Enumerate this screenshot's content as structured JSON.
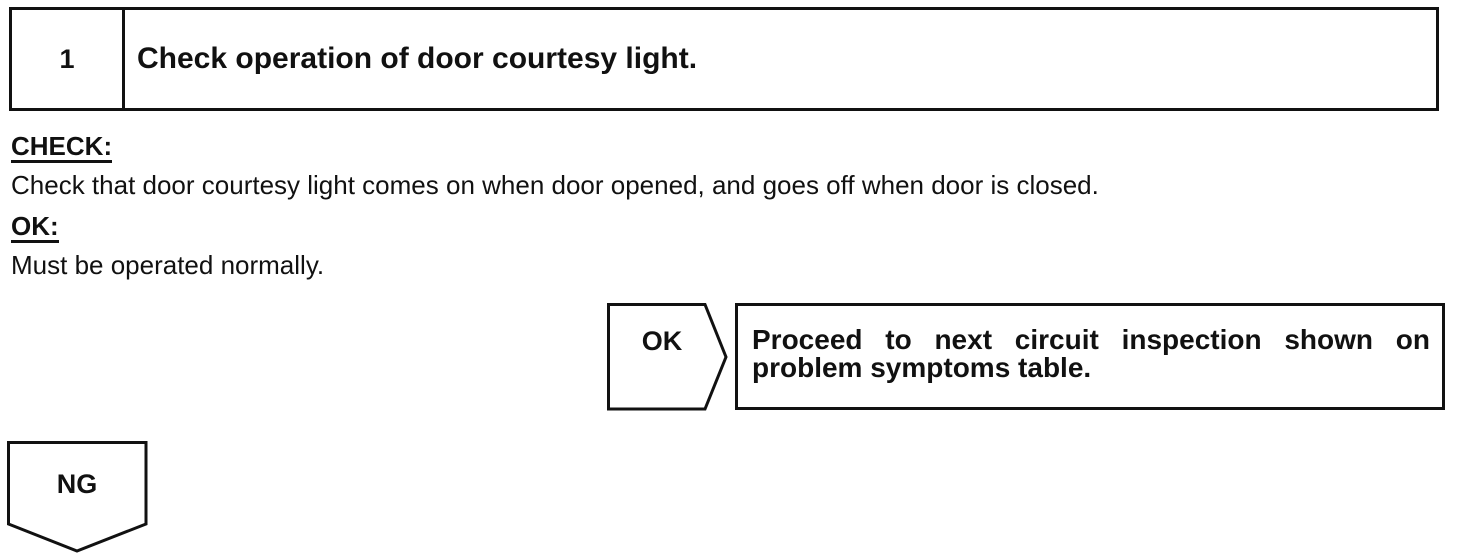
{
  "step": {
    "number": "1",
    "title": "Check operation of door courtesy light."
  },
  "check": {
    "label": "CHECK:",
    "text": "Check that door courtesy light comes on when door opened, and goes off when door is closed."
  },
  "ok": {
    "label": "OK:",
    "text": "Must be operated normally."
  },
  "ok_branch": {
    "arrow_label": "OK",
    "result": "Proceed to next circuit inspection shown on problem symptoms table."
  },
  "ng_branch": {
    "arrow_label": "NG"
  }
}
